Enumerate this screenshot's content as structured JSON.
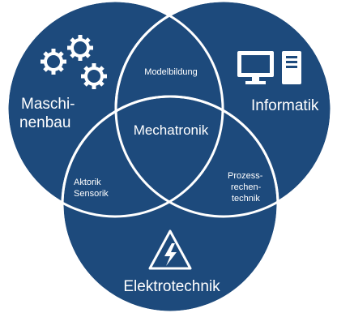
{
  "colors": {
    "circle_fill": "#1d4a7c",
    "stroke": "#ffffff",
    "text": "#ffffff"
  },
  "icons": {
    "left": "gears-icon",
    "right": "computer-icon",
    "bottom": "high-voltage-icon"
  },
  "circles": {
    "left": {
      "line1": "Maschi-",
      "line2": "nenbau"
    },
    "right": {
      "label": "Informatik"
    },
    "bottom": {
      "label": "Elektrotechnik"
    }
  },
  "overlaps": {
    "top": {
      "label": "Modelbildung"
    },
    "left": {
      "line1": "Aktorik",
      "line2": "Sensorik"
    },
    "right": {
      "line1": "Prozess-",
      "line2": "rechen-",
      "line3": "technik"
    }
  },
  "center": {
    "label": "Mechatronik"
  }
}
